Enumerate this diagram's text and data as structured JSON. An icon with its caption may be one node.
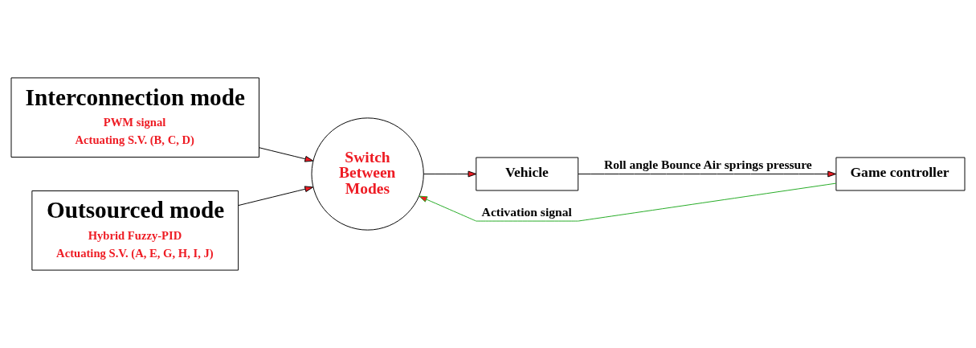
{
  "diagram": {
    "nodes": [
      {
        "text": [
          "Interconnection mode",
          "PWM signal",
          "Actuating S.V. (B, C, D)"
        ]
      },
      {
        "text": [
          "Outsourced mode",
          "Hybrid Fuzzy-PID",
          "Actuating S.V. (A, E, G, H, I, J)"
        ]
      },
      {
        "text": [
          "Switch Between Modes"
        ]
      },
      {
        "text": [
          "Game controller"
        ]
      },
      {
        "text": [
          "Vehicle"
        ]
      }
    ],
    "edges": [
      {
        "from": 0,
        "to": 2,
        "arrow": "to"
      },
      {
        "from": 1,
        "to": 2,
        "arrow": "to"
      },
      {
        "from": 3,
        "to": 2,
        "arrow": "to",
        "label": "Activation signal",
        "color": "#22aa22"
      },
      {
        "from": 2,
        "to": 4,
        "arrow": "to"
      },
      {
        "from": 4,
        "to": 3,
        "arrow": "to",
        "label": "Roll angle Bounce Air springs pressure"
      }
    ]
  }
}
